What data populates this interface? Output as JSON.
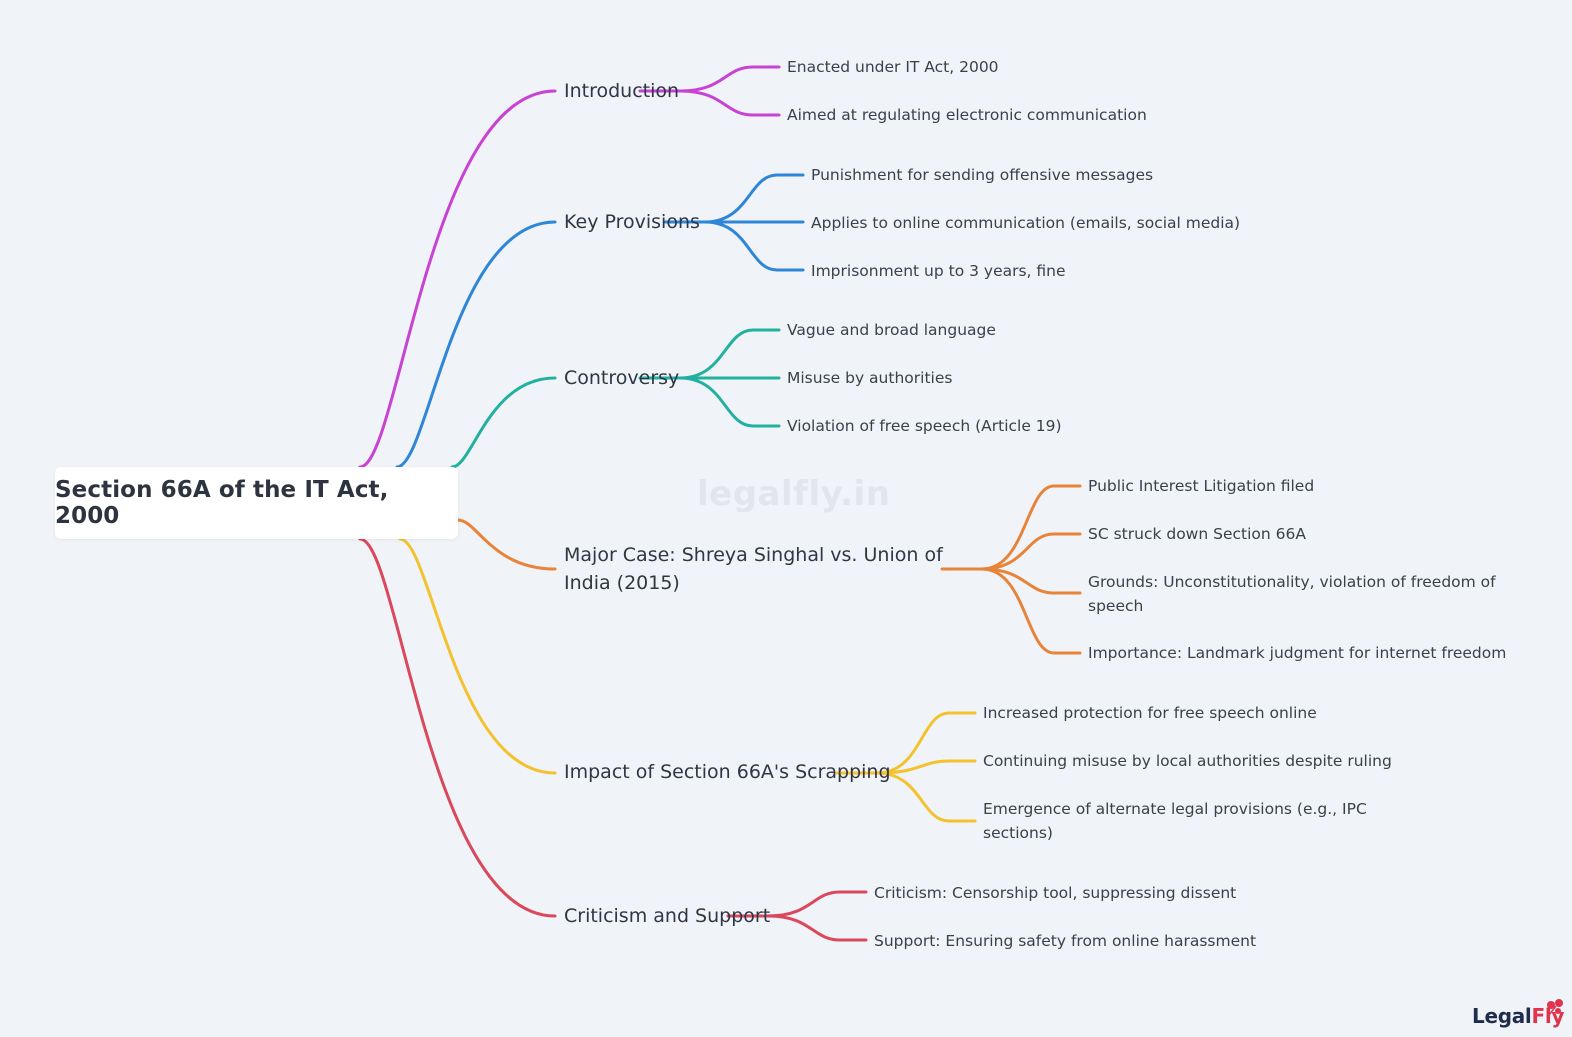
{
  "root": "Section 66A of the IT Act, 2000",
  "watermark": "legalfly.in",
  "logo": {
    "part1": "Legal",
    "part2": "Fly"
  },
  "branches": [
    {
      "label": "Introduction",
      "color": "#c842d4",
      "leaves": [
        "Enacted under IT Act, 2000",
        "Aimed at regulating electronic communication"
      ]
    },
    {
      "label": "Key Provisions",
      "color": "#2e86d8",
      "leaves": [
        "Punishment for sending offensive messages",
        "Applies to online communication (emails, social media)",
        "Imprisonment up to 3 years, fine"
      ]
    },
    {
      "label": "Controversy",
      "color": "#22b0a0",
      "leaves": [
        "Vague and broad language",
        "Misuse by authorities",
        "Violation of free speech (Article 19)"
      ]
    },
    {
      "label": "Major Case: Shreya Singhal vs. Union of India (2015)",
      "color": "#e8843a",
      "leaves": [
        "Public Interest Litigation filed",
        "SC struck down Section 66A",
        "Grounds: Unconstitutionality, violation of freedom of speech",
        "Importance: Landmark judgment for internet freedom"
      ]
    },
    {
      "label": "Impact of Section 66A's Scrapping",
      "color": "#f3c22e",
      "leaves": [
        "Increased protection for free speech online",
        "Continuing misuse by local authorities despite ruling",
        "Emergence of alternate legal provisions (e.g., IPC sections)"
      ]
    },
    {
      "label": "Criticism and Support",
      "color": "#d9485c",
      "leaves": [
        "Criticism: Censorship tool, suppressing dissent",
        "Support: Ensuring safety from online harassment"
      ]
    }
  ]
}
